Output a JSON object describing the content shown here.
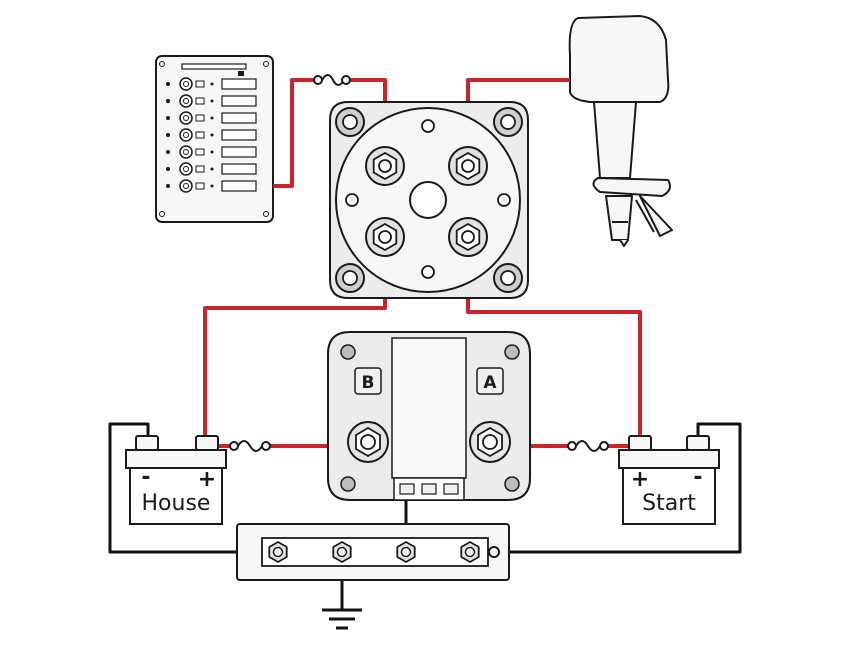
{
  "colors": {
    "positive_wire": "#c8252f",
    "negative_wire": "#111111",
    "outline": "#1a1a1a",
    "fill_light": "#f4f4f4",
    "fill_mid": "#dcdcdc",
    "fill_dark": "#7a7a7a"
  },
  "batteries": {
    "house": {
      "label": "House",
      "minus": "-",
      "plus": "+"
    },
    "start": {
      "label": "Start",
      "plus": "+",
      "minus": "-"
    }
  },
  "acr": {
    "port_b": "B",
    "port_a": "A"
  },
  "icons": [
    "fuse-icon",
    "ground-icon",
    "battery-switch-icon",
    "outboard-motor-icon",
    "switch-panel-icon",
    "bus-bar-icon"
  ]
}
